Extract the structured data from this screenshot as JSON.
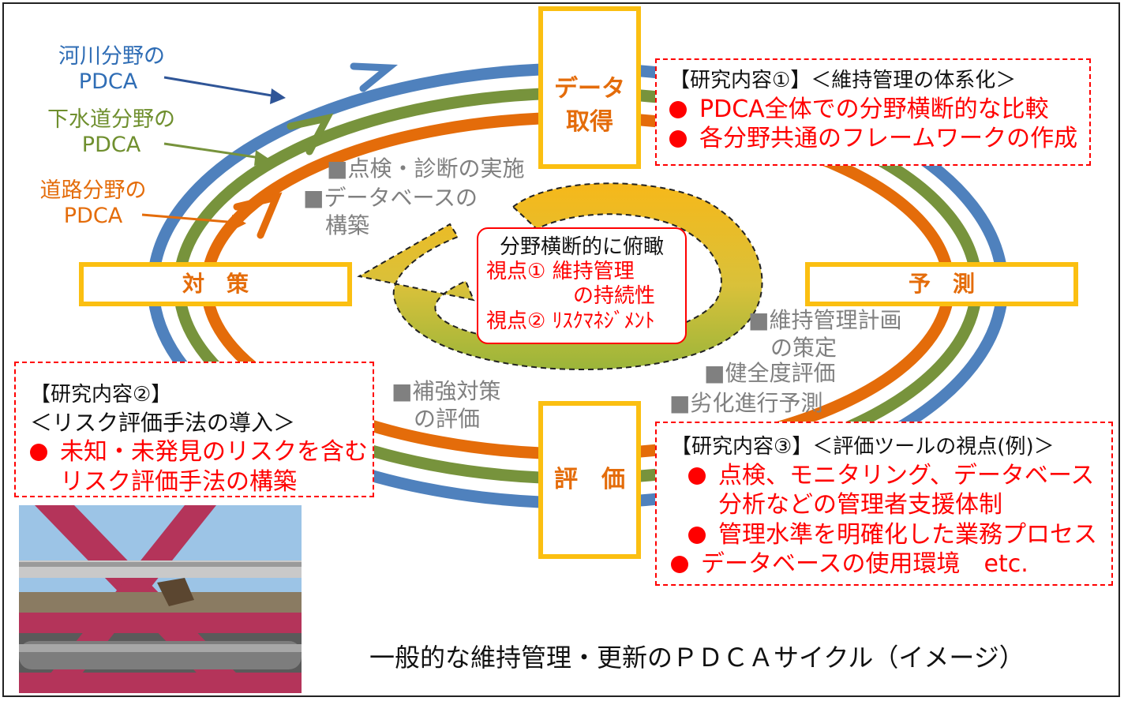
{
  "labels": {
    "river": [
      "河川分野の",
      "PDCA"
    ],
    "sewer": [
      "下水道分野の",
      "PDCA"
    ],
    "road": [
      "道路分野の",
      "PDCA"
    ]
  },
  "stages": {
    "data": [
      "データ",
      "取得"
    ],
    "countermeasure": "対　策",
    "prediction": "予　測",
    "evaluation": "評　価"
  },
  "notes": {
    "inspection": "■点検・診断の実施",
    "database": [
      "■データベースの",
      "構築"
    ],
    "plan": [
      "■維持管理計画",
      "の策定"
    ],
    "health": "■健全度評価",
    "deterioration": "■劣化進行予測",
    "reinforcement": [
      "■補強対策",
      "の評価"
    ]
  },
  "center": {
    "title": "分野横断的に俯瞰",
    "view1_a": "視点①  維持管理",
    "view1_b": "の持続性",
    "view2": "視点②  ﾘｽｸﾏﾈｼﾞﾒﾝﾄ"
  },
  "research1": {
    "heading": "【研究内容①】＜維持管理の体系化＞",
    "items": [
      "PDCA全体での分野横断的な比較",
      "各分野共通のフレームワークの作成"
    ]
  },
  "research2": {
    "heading": "【研究内容②】",
    "subheading": "＜リスク評価手法の導入＞",
    "item_a": "未知・未発見のリスクを含む",
    "item_b": "リスク評価手法の構築"
  },
  "research3": {
    "heading": "【研究内容③】＜評価ツールの視点(例)＞",
    "item1_a": "点検、モニタリング、データベース",
    "item1_b": "分析などの管理者支援体制",
    "item2": "管理水準を明確化した業務プロセス",
    "item3": "データベースの使用環境　etc."
  },
  "caption": "一般的な維持管理・更新のＰＤＣＡサイクル（イメージ）",
  "colors": {
    "river": "#4f81bd",
    "sewer": "#77933c",
    "road": "#e46c0a",
    "stage_border": "#fbbf11",
    "research": "#ff0000"
  }
}
